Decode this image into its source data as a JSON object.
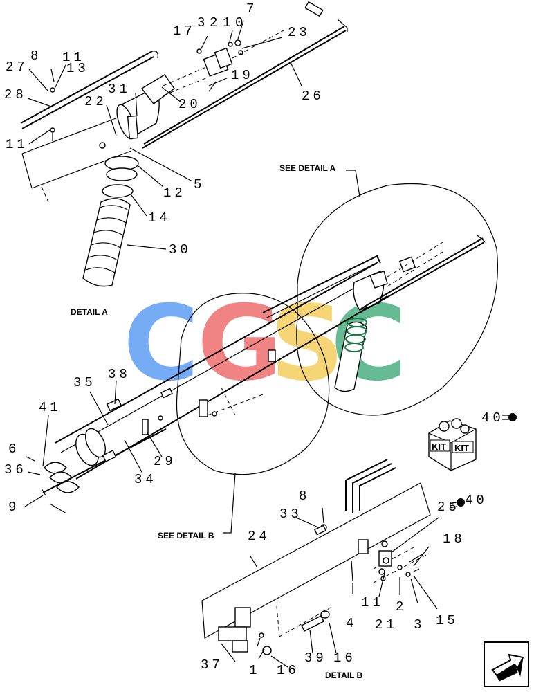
{
  "captions": {
    "detail_a": "DETAIL A",
    "detail_b": "DETAIL B",
    "see_detail_a": "SEE DETAIL A",
    "see_detail_b": "SEE DETAIL B"
  },
  "kit": {
    "label_left": "KIT",
    "label_right": "KIT",
    "callout": "40"
  },
  "watermark": {
    "letters": [
      "C",
      "G",
      "S",
      "C"
    ],
    "colors": [
      "#6fa8f5",
      "#f07e7e",
      "#f5d36e",
      "#5fb88f"
    ]
  },
  "callouts": {
    "a7": "7",
    "a17": "17",
    "a3": "3",
    "a2": "2",
    "a1": "1",
    "a0": "0",
    "a23": "23",
    "a8": "8",
    "a11": "11",
    "a27": "27",
    "a13": "13",
    "a28": "28",
    "a22": "22",
    "a31": "31",
    "a19": "19",
    "a20": "20",
    "a26": "26",
    "a11b": "11",
    "a5": "5",
    "a12": "12",
    "a14": "14",
    "a30": "30",
    "m35": "35",
    "m38": "38",
    "m41": "41",
    "m6": "6",
    "m36": "36",
    "m29": "29",
    "m34": "34",
    "m9": "9",
    "b8": "8",
    "b33": "33",
    "b25": "25",
    "b40": "40",
    "b24": "24",
    "b18": "18",
    "b11": "11",
    "b2": "2",
    "b4": "4",
    "b21": "21",
    "b3": "3",
    "b15": "15",
    "b37": "37",
    "b1": "1",
    "b16a": "16",
    "b39": "39",
    "b16b": "16"
  }
}
